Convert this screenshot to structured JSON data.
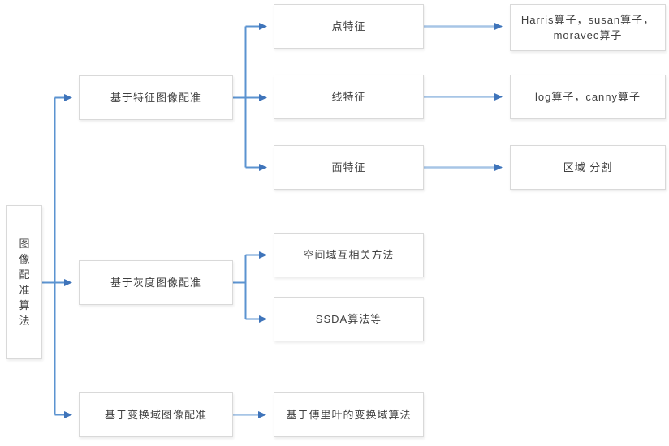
{
  "diagram": {
    "root": {
      "label": "图像配准算法"
    },
    "branches": [
      {
        "label": "基于特征图像配准",
        "children": [
          {
            "label": "点特征",
            "detail": "Harris算子，susan算子，\nmoravec算子"
          },
          {
            "label": "线特征",
            "detail": "log算子，canny算子"
          },
          {
            "label": "面特征",
            "detail": "区域 分割"
          }
        ]
      },
      {
        "label": "基于灰度图像配准",
        "children": [
          {
            "label": "空间域互相关方法"
          },
          {
            "label": "SSDA算法等"
          }
        ]
      },
      {
        "label": "基于变换域图像配准",
        "children": [
          {
            "label": "基于傅里叶的变换域算法"
          }
        ]
      }
    ]
  },
  "colors": {
    "connector": "#5b93d0",
    "connector_light": "#a7c5e6",
    "arrowhead": "#3f74ba",
    "box_border": "#d9d9d9",
    "text": "#404040"
  }
}
